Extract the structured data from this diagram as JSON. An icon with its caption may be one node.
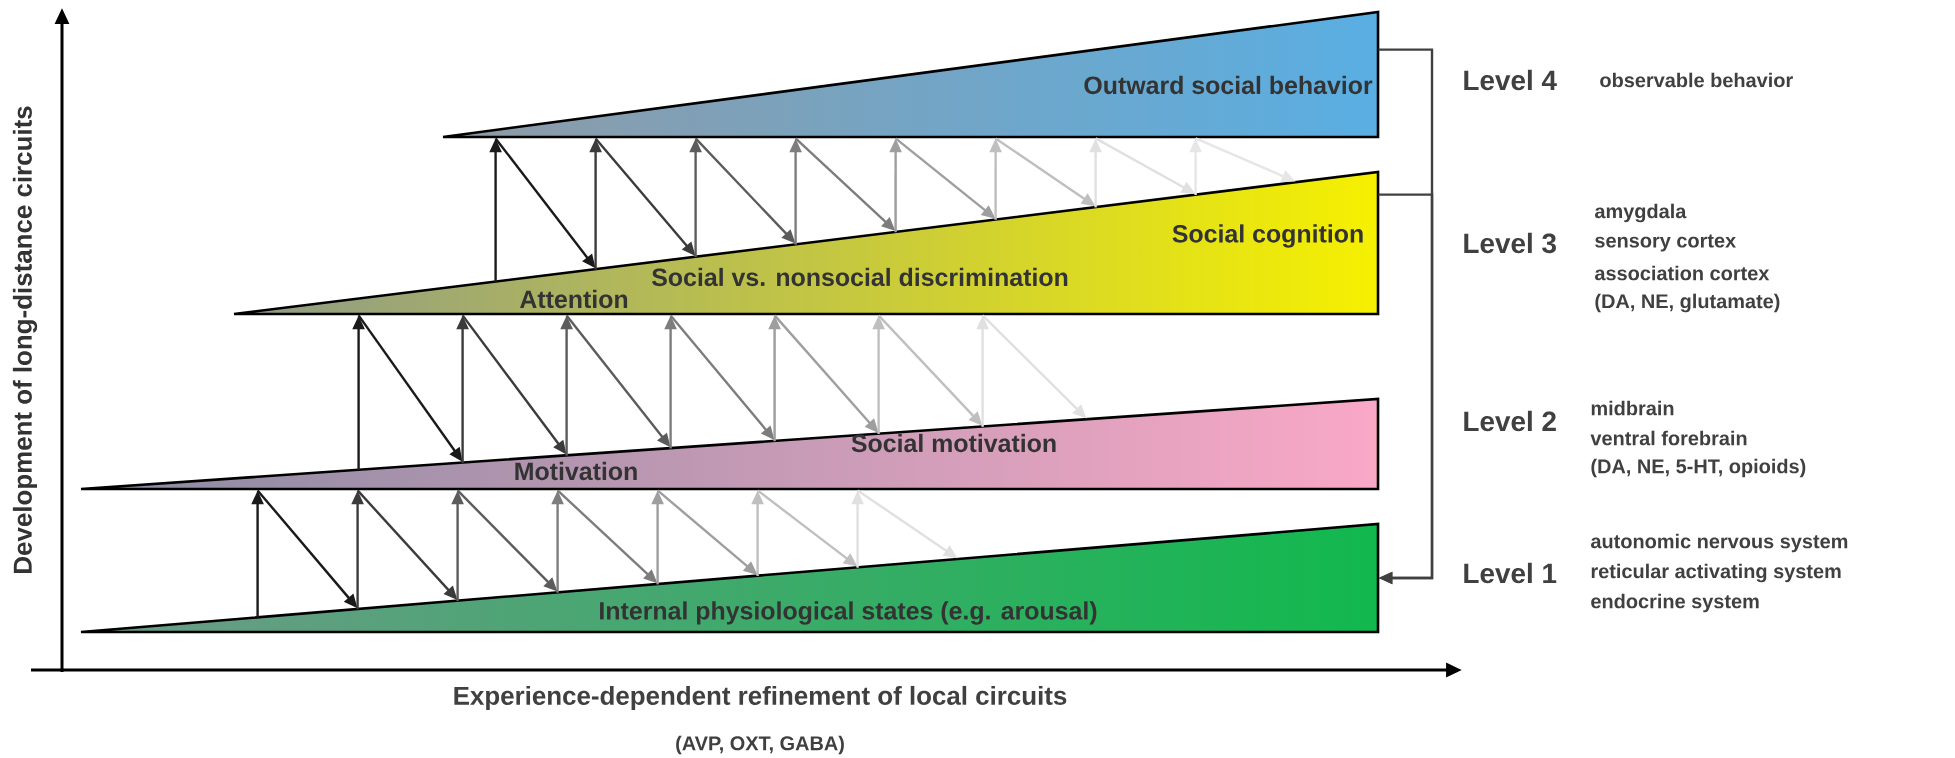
{
  "diagram": {
    "nodes": [
      {
        "text": [
          "Outward social behavior"
        ]
      },
      {
        "text": [
          "Social cognition",
          "Social vs. nonsocial discrimination",
          "Attention"
        ]
      },
      {
        "text": [
          "Social motivation",
          "Motivation"
        ]
      },
      {
        "text": [
          "Internal physiological states (e.g. arousal)"
        ]
      }
    ],
    "edges": [
      {
        "from": 0,
        "to": 3,
        "arrow": "to"
      },
      {
        "from": 1,
        "to": 3,
        "arrow": "to"
      },
      {
        "from": 3,
        "to": 2,
        "arrow": "to",
        "color": "#1a1a1a"
      },
      {
        "from": 2,
        "to": 3,
        "arrow": "to",
        "color": "#1a1a1a"
      },
      {
        "from": 3,
        "to": 2,
        "arrow": "to",
        "color": "#3b3b3b"
      },
      {
        "from": 2,
        "to": 3,
        "arrow": "to",
        "color": "#3b3b3b"
      },
      {
        "from": 3,
        "to": 2,
        "arrow": "to",
        "color": "#5c5c5c"
      },
      {
        "from": 2,
        "to": 3,
        "arrow": "to",
        "color": "#5c5c5c"
      },
      {
        "from": 3,
        "to": 2,
        "arrow": "to",
        "color": "#7d7d7d"
      },
      {
        "from": 2,
        "to": 3,
        "arrow": "to",
        "color": "#7d7d7d"
      },
      {
        "from": 3,
        "to": 2,
        "arrow": "to",
        "color": "#9e9e9e"
      },
      {
        "from": 2,
        "to": 3,
        "arrow": "to",
        "color": "#9e9e9e"
      },
      {
        "from": 3,
        "to": 2,
        "arrow": "to",
        "color": "#bfbfbf"
      },
      {
        "from": 2,
        "to": 3,
        "arrow": "to",
        "color": "#bfbfbf"
      },
      {
        "from": 3,
        "to": 2,
        "arrow": "to",
        "color": "#e0e0e0"
      },
      {
        "from": 2,
        "to": 3,
        "arrow": "to",
        "color": "#e0e0e0"
      },
      {
        "from": 2,
        "to": 1,
        "arrow": "to",
        "color": "#1a1a1a"
      },
      {
        "from": 1,
        "to": 2,
        "arrow": "to",
        "color": "#1a1a1a"
      },
      {
        "from": 2,
        "to": 1,
        "arrow": "to",
        "color": "#3b3b3b"
      },
      {
        "from": 1,
        "to": 2,
        "arrow": "to",
        "color": "#3b3b3b"
      },
      {
        "from": 2,
        "to": 1,
        "arrow": "to",
        "color": "#5c5c5c"
      },
      {
        "from": 1,
        "to": 2,
        "arrow": "to",
        "color": "#5c5c5c"
      },
      {
        "from": 2,
        "to": 1,
        "arrow": "to",
        "color": "#7d7d7d"
      },
      {
        "from": 1,
        "to": 2,
        "arrow": "to",
        "color": "#7d7d7d"
      },
      {
        "from": 2,
        "to": 1,
        "arrow": "to",
        "color": "#9e9e9e"
      },
      {
        "from": 1,
        "to": 2,
        "arrow": "to",
        "color": "#9e9e9e"
      },
      {
        "from": 2,
        "to": 1,
        "arrow": "to",
        "color": "#bfbfbf"
      },
      {
        "from": 1,
        "to": 2,
        "arrow": "to",
        "color": "#bfbfbf"
      },
      {
        "from": 2,
        "to": 1,
        "arrow": "to",
        "color": "#e0e0e0"
      },
      {
        "from": 1,
        "to": 2,
        "arrow": "to",
        "color": "#e0e0e0"
      },
      {
        "from": 1,
        "to": 0,
        "arrow": "to",
        "color": "#1a1a1a"
      },
      {
        "from": 0,
        "to": 1,
        "arrow": "to",
        "color": "#1a1a1a"
      },
      {
        "from": 1,
        "to": 0,
        "arrow": "to",
        "color": "#3b3b3b"
      },
      {
        "from": 0,
        "to": 1,
        "arrow": "to",
        "color": "#3b3b3b"
      },
      {
        "from": 1,
        "to": 0,
        "arrow": "to",
        "color": "#5c5c5c"
      },
      {
        "from": 0,
        "to": 1,
        "arrow": "to",
        "color": "#5c5c5c"
      },
      {
        "from": 1,
        "to": 0,
        "arrow": "to",
        "color": "#7d7d7d"
      },
      {
        "from": 0,
        "to": 1,
        "arrow": "to",
        "color": "#7d7d7d"
      },
      {
        "from": 1,
        "to": 0,
        "arrow": "to",
        "color": "#9e9e9e"
      },
      {
        "from": 0,
        "to": 1,
        "arrow": "to",
        "color": "#9e9e9e"
      },
      {
        "from": 1,
        "to": 0,
        "arrow": "to",
        "color": "#bfbfbf"
      },
      {
        "from": 0,
        "to": 1,
        "arrow": "to",
        "color": "#bfbfbf"
      },
      {
        "from": 1,
        "to": 0,
        "arrow": "to",
        "color": "#e0e0e0"
      },
      {
        "from": 0,
        "to": 1,
        "arrow": "to",
        "color": "#e0e0e0"
      },
      {
        "from": 1,
        "to": 0,
        "arrow": "to",
        "color": "#e6e6e6"
      },
      {
        "from": 0,
        "to": 1,
        "arrow": "to",
        "color": "#e6e6e6"
      }
    ],
    "labels": [
      "Development of long-distance circuits",
      "Experience-dependent refinement of local circuits",
      "(AVP, OXT, GABA)",
      "Level 4",
      "observable behavior",
      "Level 3",
      "amygdala",
      "sensory cortex",
      "association cortex",
      "(DA, NE, glutamate)",
      "Level 2",
      "midbrain",
      "ventral forebrain",
      "(DA, NE, 5-HT, opioids)",
      "Level 1",
      "autonomic nervous system",
      "reticular activating system",
      "endocrine system"
    ]
  }
}
